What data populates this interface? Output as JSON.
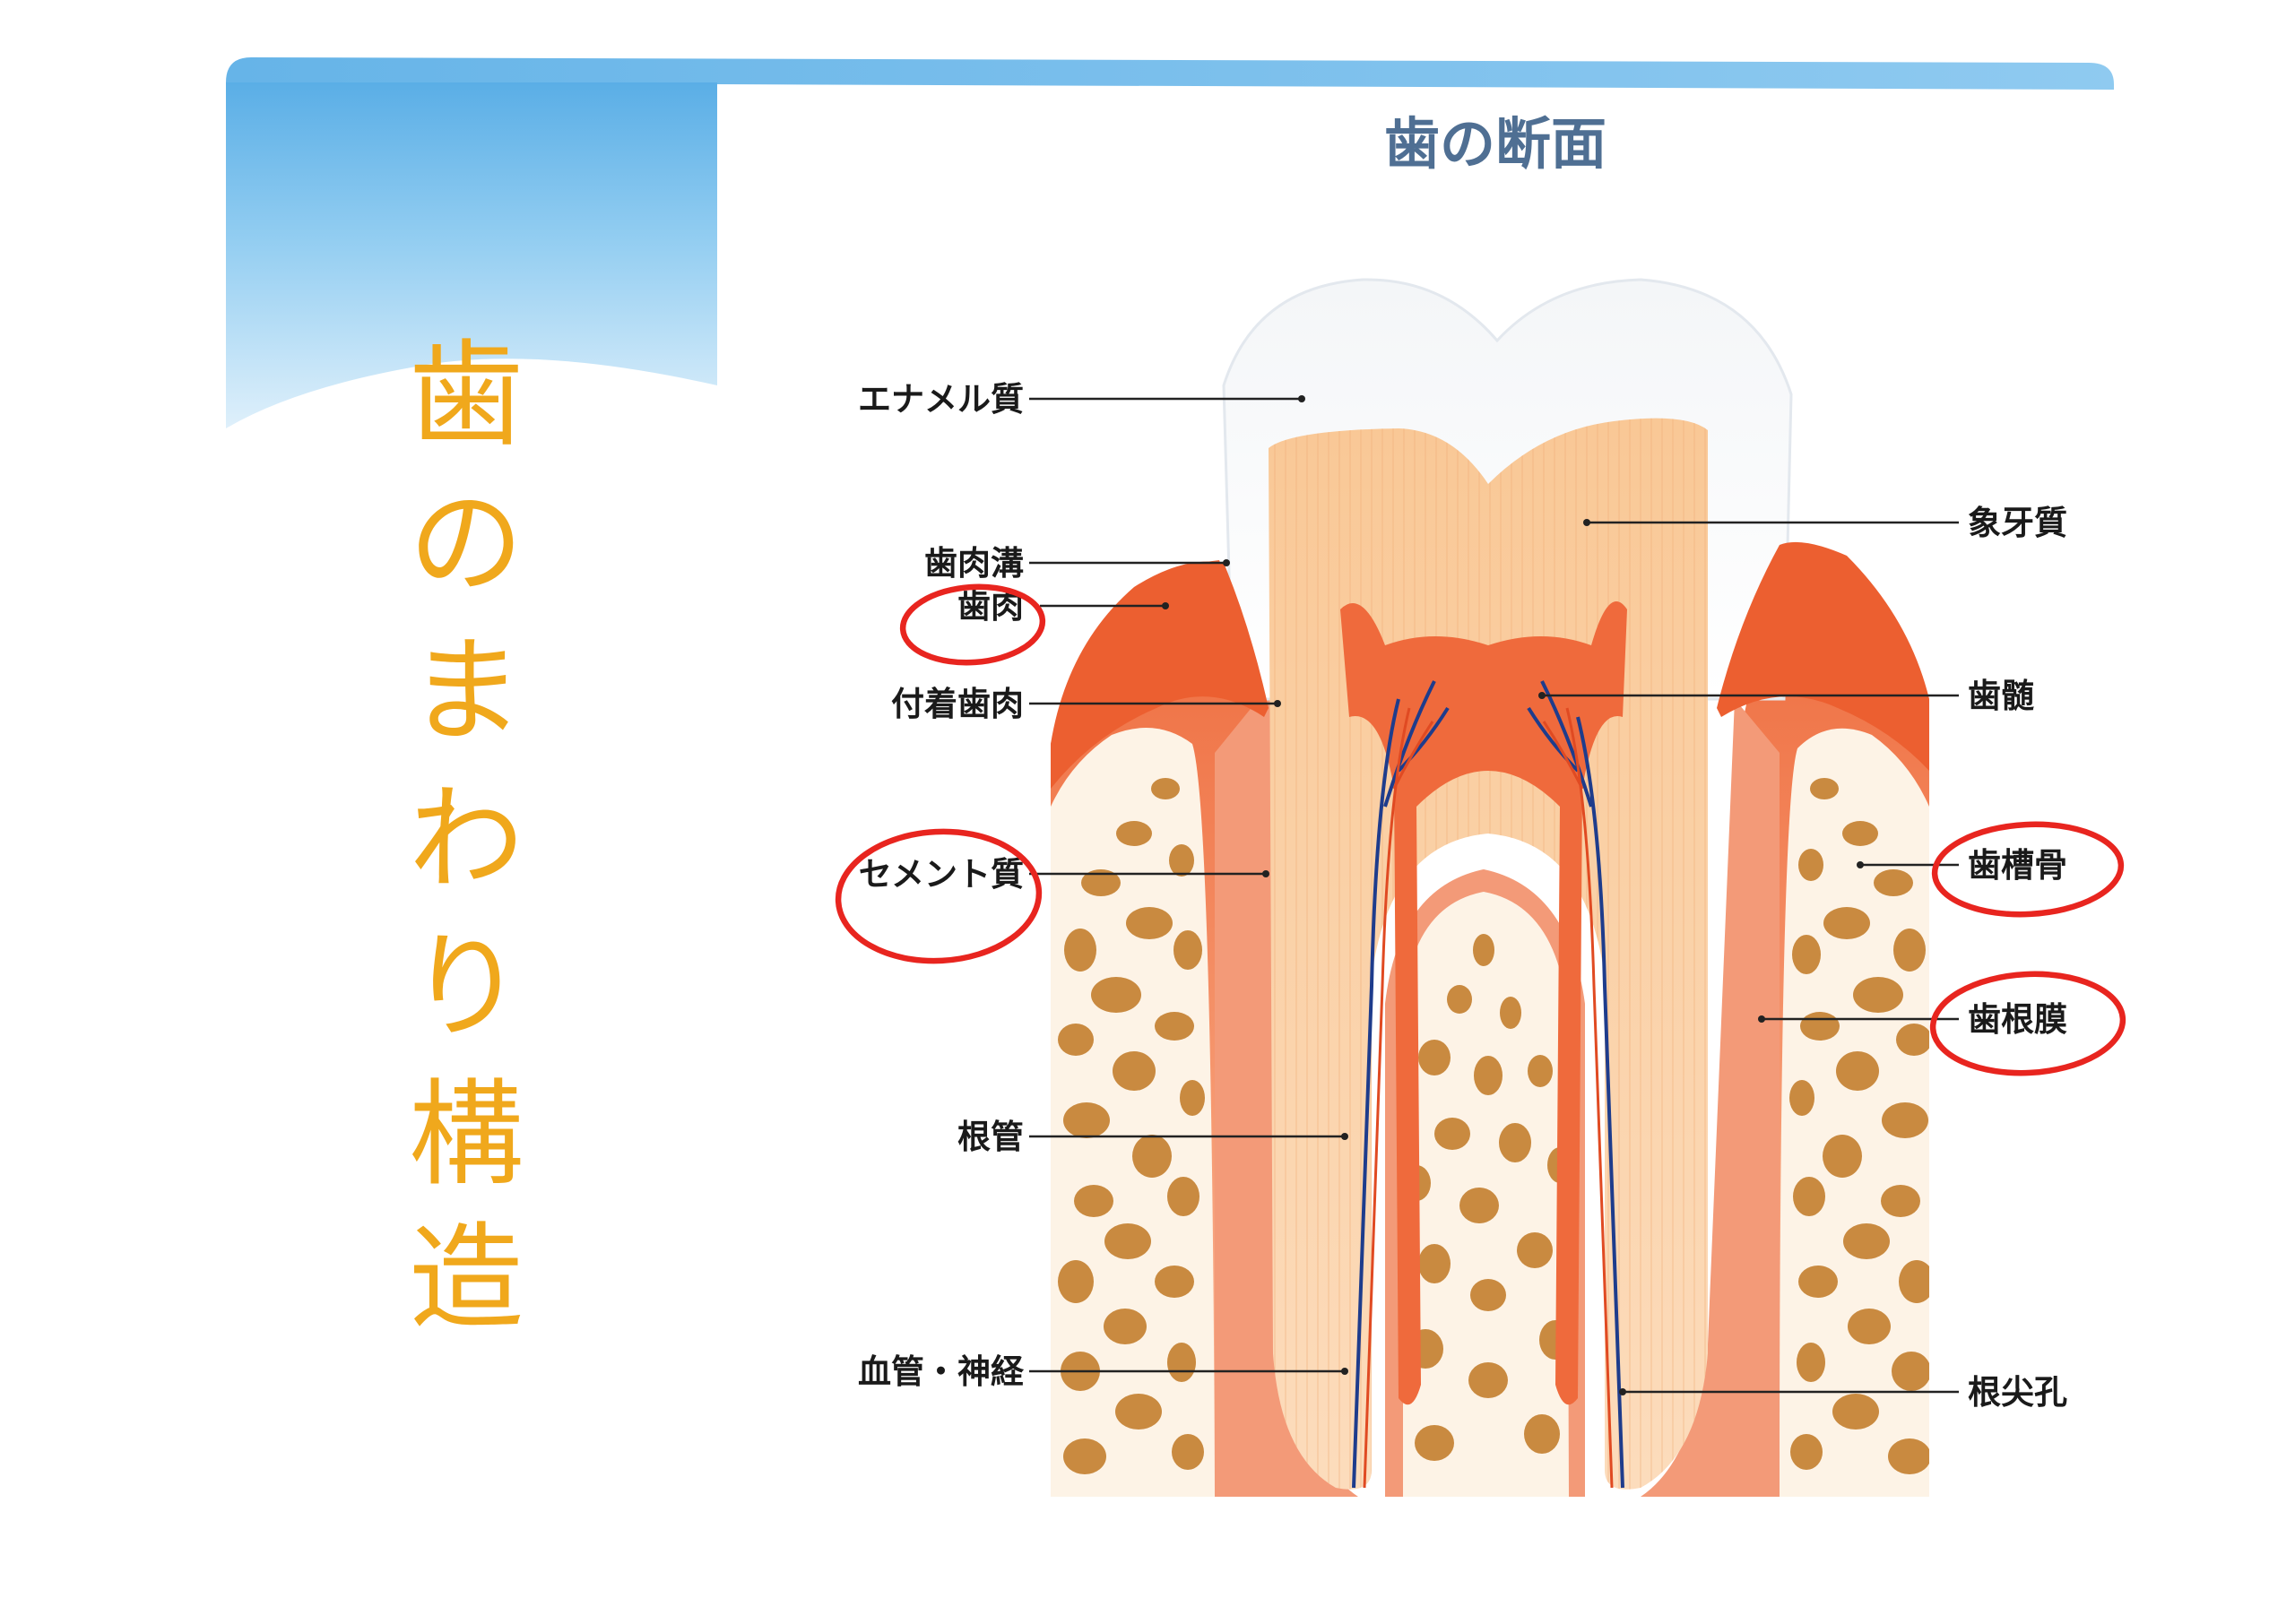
{
  "slide": {
    "vertical_title": [
      "歯",
      "の",
      "ま",
      "わ",
      "り",
      "構",
      "造"
    ],
    "accent_color": "#f0a81c",
    "header_color": "#7fc0ea",
    "highlight_color": "#e8251f"
  },
  "diagram": {
    "title": "歯の断面",
    "labels_left": {
      "enamel": "エナメル質",
      "gingival_sulcus": "歯肉溝",
      "gingiva": "歯肉",
      "attached_gingiva": "付着歯肉",
      "cementum": "セメント質",
      "root_canal": "根管",
      "vessels_nerves": "血管・神経"
    },
    "labels_right": {
      "dentin": "象牙質",
      "pulp": "歯髄",
      "alveolar_bone": "歯槽骨",
      "periodontal_ligament": "歯根膜",
      "apical_foramen": "根尖孔"
    },
    "highlighted": [
      "歯肉",
      "セメント質",
      "歯槽骨",
      "歯根膜"
    ]
  }
}
